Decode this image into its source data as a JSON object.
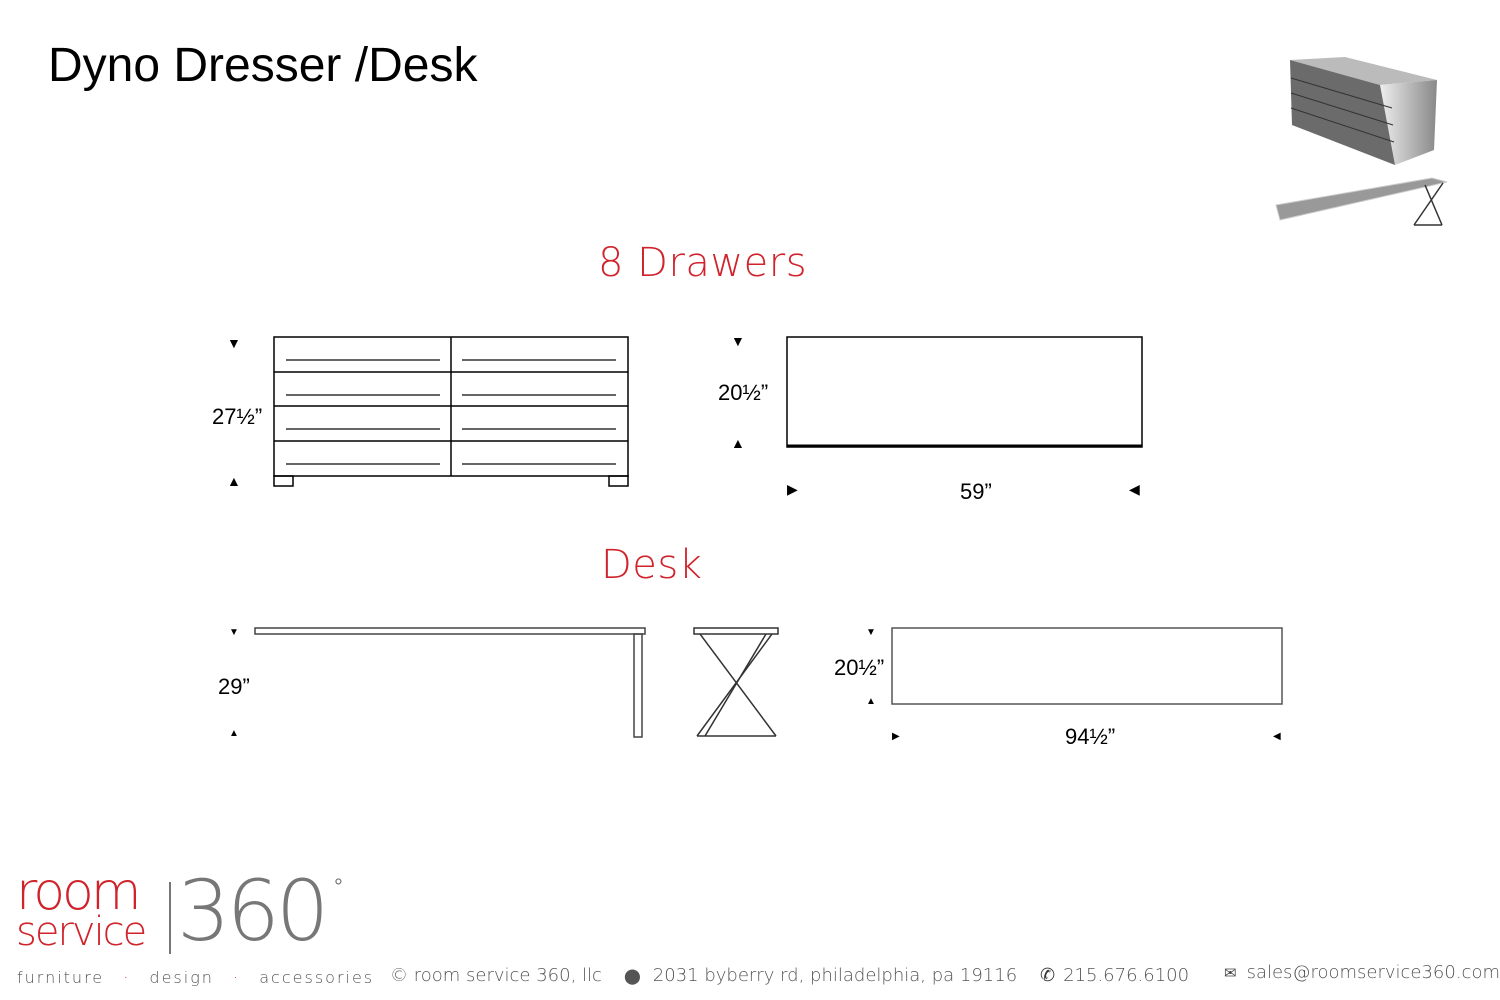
{
  "title": "Dyno Dresser /Desk",
  "dresser": {
    "heading": "8 Drawers",
    "height": "27½”",
    "depth": "20½”",
    "width": "59”",
    "drawer_count": 8
  },
  "desk": {
    "heading": "Desk",
    "height": "29”",
    "depth": "20½”",
    "width": "94½”"
  },
  "footer": {
    "logo": {
      "line1": "room",
      "line2": "service",
      "number": "360",
      "degree": "°"
    },
    "tagline": [
      "furniture",
      "design",
      "accessories"
    ],
    "copyright": "© room service 360, llc",
    "address": "2031 byberry rd, philadelphia, pa 19116",
    "phone": "215.676.6100",
    "email": "sales@roomservice360.com"
  },
  "colors": {
    "accent": "#d0232b",
    "logo_gray": "#777777"
  }
}
